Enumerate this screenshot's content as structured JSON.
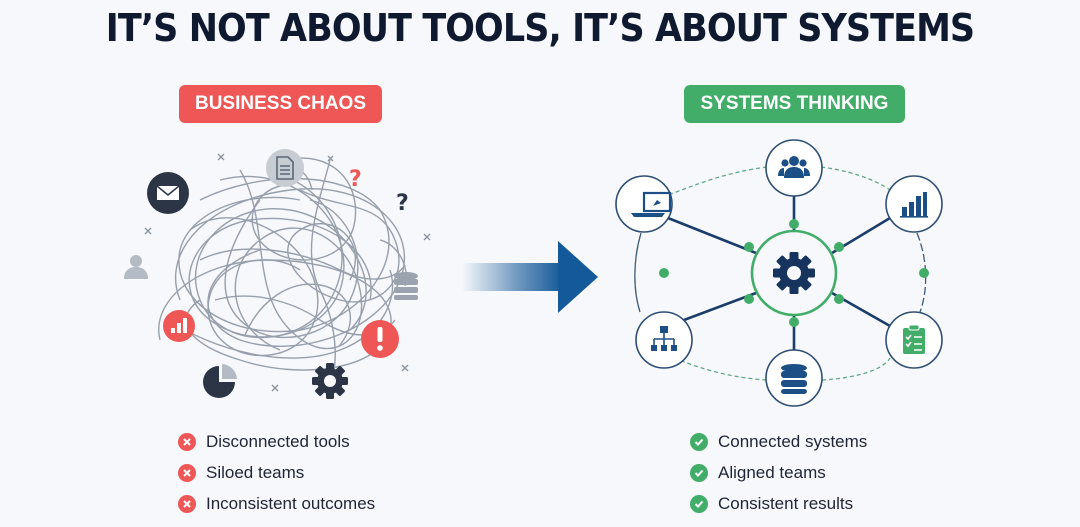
{
  "title": "IT’S NOT ABOUT TOOLS, IT’S ABOUT SYSTEMS",
  "colors": {
    "background": "#f6f8fb",
    "title": "#0f1a30",
    "chaos_red": "#ef5656",
    "systems_green": "#42ad69",
    "navy": "#1b3d6b",
    "dark": "#2b3546",
    "grey": "#9aa3ae"
  },
  "left_panel": {
    "badge": "BUSINESS CHAOS",
    "icons": [
      "mail-icon",
      "document-icon",
      "question-icon-red",
      "question-icon-dark",
      "user-icon",
      "database-icon",
      "bar-chart-icon",
      "alert-icon",
      "pie-chart-icon",
      "gear-icon"
    ],
    "items": [
      {
        "label": "Disconnected tools",
        "status": "x"
      },
      {
        "label": "Siloed teams",
        "status": "x"
      },
      {
        "label": "Inconsistent outcomes",
        "status": "x"
      }
    ]
  },
  "arrow": {
    "icon": "arrow-right-icon"
  },
  "right_panel": {
    "badge": "SYSTEMS THINKING",
    "hub_icon": "gear-icon",
    "nodes": [
      "team-icon",
      "bar-chart-icon",
      "checklist-icon",
      "database-icon",
      "org-chart-icon",
      "laptop-icon"
    ],
    "items": [
      {
        "label": "Connected systems",
        "status": "check"
      },
      {
        "label": "Aligned teams",
        "status": "check"
      },
      {
        "label": "Consistent results",
        "status": "check"
      }
    ]
  }
}
